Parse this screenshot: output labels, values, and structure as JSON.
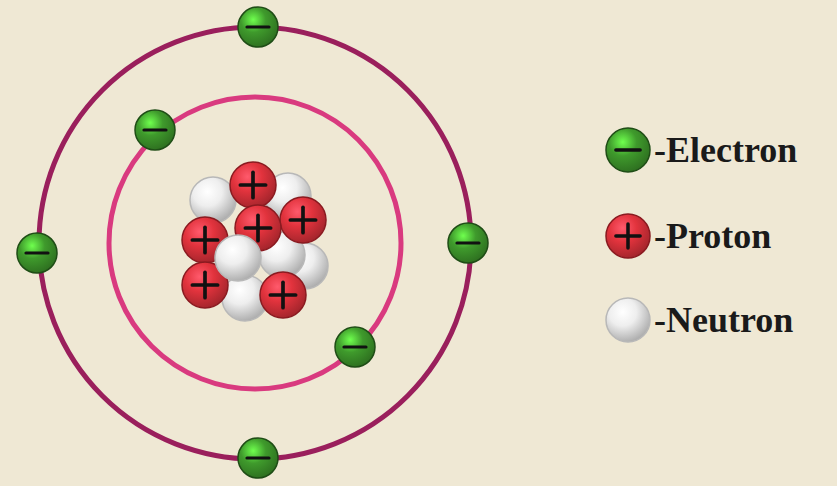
{
  "diagram": {
    "legend": [
      {
        "text": "-Electron",
        "color": "#3f9a2c"
      },
      {
        "text": "-Proton",
        "color": "#e2333d"
      },
      {
        "text": "-Neutron",
        "color": "#eeeeee"
      }
    ]
  }
}
